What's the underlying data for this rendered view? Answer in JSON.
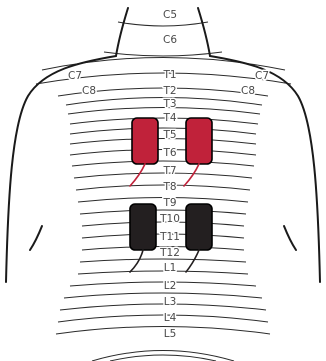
{
  "dermatomes": {
    "midline": [
      "C5",
      "C6",
      "T1",
      "T2",
      "T3",
      "T4",
      "T5",
      "T6",
      "T7",
      "T8",
      "T9",
      "T10",
      "T11",
      "T12",
      "L1",
      "L2",
      "L3",
      "L4",
      "L5"
    ],
    "left_shoulder": [
      "C7",
      "C8"
    ],
    "right_shoulder": [
      "C7",
      "C8"
    ]
  },
  "electrodes": {
    "upper_pair": {
      "color": "#c0223a",
      "lead_color": "#c0223a",
      "count": 2
    },
    "lower_pair": {
      "color": "#231f20",
      "lead_color": "#231f20",
      "count": 2
    }
  },
  "colors": {
    "contour": "#2b2b2b",
    "outline": "#1a1a1a",
    "label": "#4a4a4a"
  }
}
